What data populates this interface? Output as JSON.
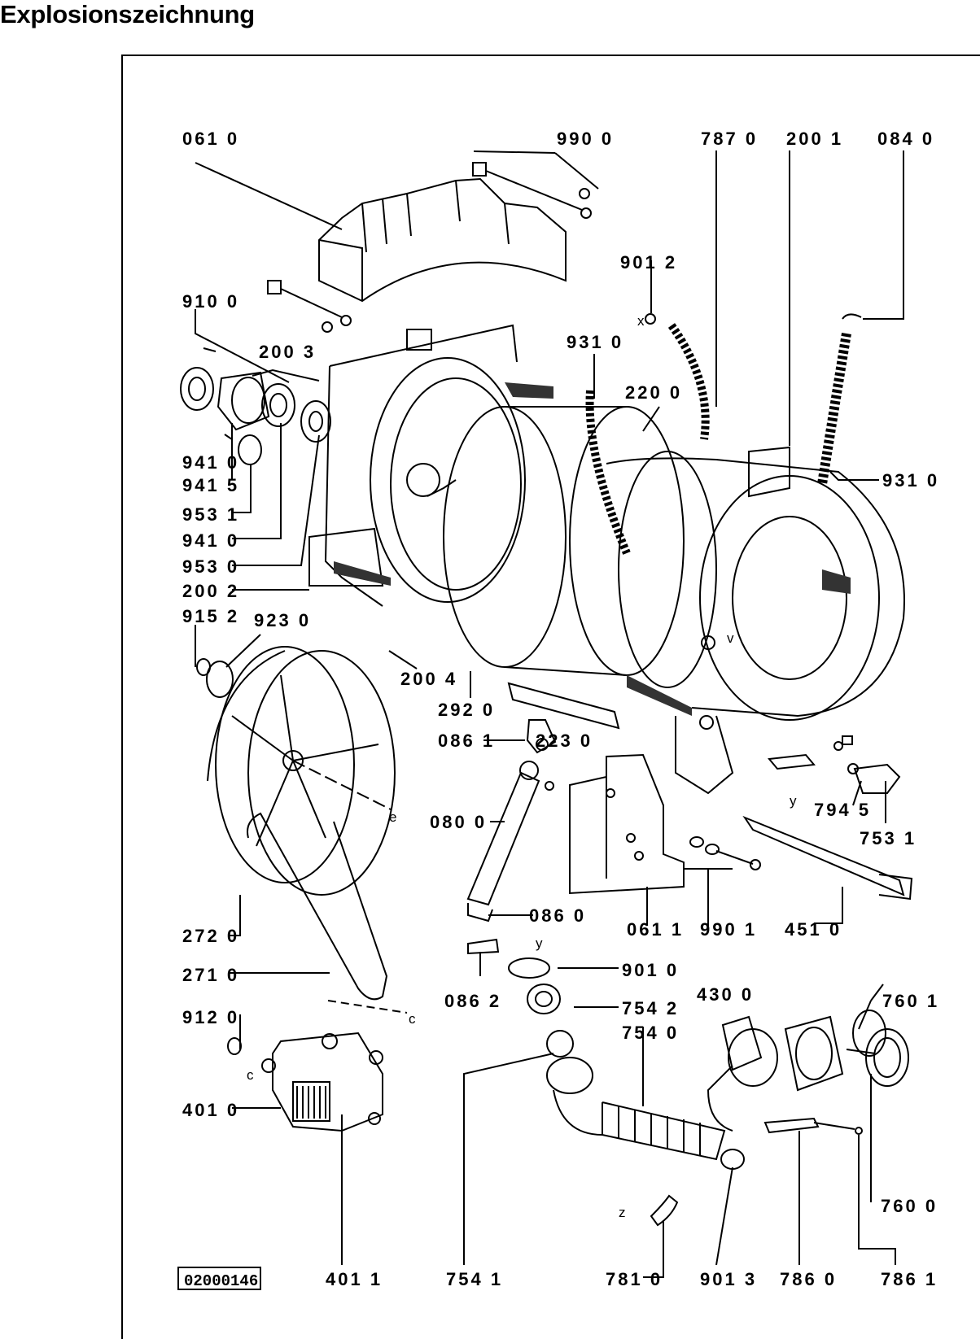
{
  "page": {
    "title": "Explosionszeichnung"
  },
  "diagram": {
    "drawing_number": "02000146",
    "parts": [
      "061 0",
      "990 0",
      "787 0",
      "200 1",
      "084 0",
      "901 2",
      "910 0",
      "200 3",
      "931 0",
      "220 0",
      "931 0",
      "941 0",
      "941 5",
      "953 1",
      "941 0",
      "953 0",
      "200 2",
      "915 2",
      "923 0",
      "200 4",
      "292 0",
      "086 1",
      "223 0",
      "794 5",
      "753 1",
      "080 0",
      "086 0",
      "061 1",
      "990 1",
      "451 0",
      "272 0",
      "271 0",
      "086 2",
      "901 0",
      "754 2",
      "754 0",
      "430 0",
      "760 1",
      "912 0",
      "401 0",
      "760 0",
      "401 1",
      "754 1",
      "781 0",
      "901 3",
      "786 0",
      "786 1"
    ],
    "callout_letters": [
      "x",
      "y",
      "v",
      "e",
      "c",
      "c",
      "y",
      "z"
    ]
  }
}
